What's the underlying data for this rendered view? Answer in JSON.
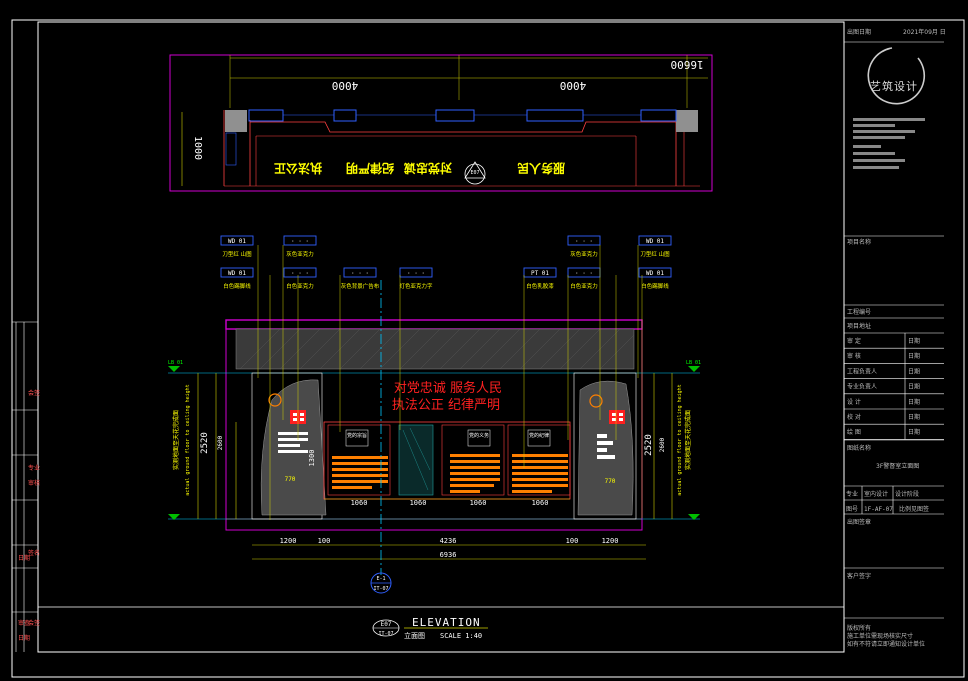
{
  "title_block": {
    "date_label": "出图日期",
    "date_value": "2021年09月  日",
    "logo_text": "艺筑设计",
    "project_name_label": "项目名称",
    "project_no_label": "工程编号",
    "project_addr_label": "项目地址",
    "rows": [
      {
        "label": "审  定",
        "right": "日期"
      },
      {
        "label": "审  核",
        "right": "日期"
      },
      {
        "label": "工程负责人",
        "right": "日期"
      },
      {
        "label": "专业负责人",
        "right": "日期"
      },
      {
        "label": "设  计",
        "right": "日期"
      },
      {
        "label": "校  对",
        "right": "日期"
      },
      {
        "label": "绘  图",
        "right": "日期"
      }
    ],
    "drawing_name_label": "图纸名称",
    "drawing_name": "3F警督室立面图",
    "discipline_label": "专业",
    "discipline_value": "室内设计",
    "stage_label": "设计阶段",
    "sheet_no_label": "图号",
    "sheet_no_value": "1F-AF-07",
    "scale_note": "比例见图签",
    "sign_label": "出图签章",
    "client_label": "客户签字",
    "notes": [
      "版权所有",
      "施工单位需现场核实尺寸",
      "如有不符请立即通知设计单位"
    ]
  },
  "left_strip": [
    "会签",
    "专业",
    "审核",
    "签名",
    "日期",
    "会签",
    "审查",
    "日期"
  ],
  "plan": {
    "dim_total": "16600",
    "dim_left": "4000",
    "dim_right": "4000",
    "dim_depth": "1000",
    "signs": [
      "执法公正",
      "纪律严明",
      "对党忠诚",
      "服务人民"
    ],
    "emblem_tag": "E07"
  },
  "tags": {
    "left_top": [
      {
        "code": "WD 01",
        "text": "刀型红 山图"
      },
      {
        "code": "· · ·",
        "text": "灰色亚克力"
      }
    ],
    "left_bottom": [
      {
        "code": "WD 01",
        "text": "白色踢脚线"
      },
      {
        "code": "· · ·",
        "text": "白色亚克力"
      },
      {
        "code": "· · ·",
        "text": "灰色背景广告布"
      },
      {
        "code": "· · ·",
        "text": "灯色亚克力字"
      }
    ],
    "right_bottom": [
      {
        "code": "PT 01",
        "text": "白色乳胶漆"
      },
      {
        "code": "· · ·",
        "text": "白色亚克力"
      },
      {
        "code": "WD 01",
        "text": "白色踢脚线"
      }
    ],
    "right_top": [
      {
        "code": "· · ·",
        "text": "灰色亚克力"
      },
      {
        "code": "WD 01",
        "text": "刀型红 山图"
      }
    ]
  },
  "elevation": {
    "slogan_line1": "对党忠诚  服务人民",
    "slogan_line2": "执法公正  纪律严明",
    "boards": [
      "党的宗旨",
      "党的义务",
      "党的纪律"
    ],
    "level_tag_left": "LB 01",
    "level_tag_right": "LB 01",
    "dims_bottom": [
      "1200",
      "100",
      "4236",
      "100",
      "1200"
    ],
    "dim_overall": "6936",
    "dims_lower": [
      "1060",
      "1060",
      "1060",
      "1060"
    ],
    "dim_h_left": "2520",
    "dim_h_left2": "2600",
    "dim_h_right": "2520",
    "dim_h_right2": "2600",
    "dim_1300": "1300",
    "dim_770_left": "770",
    "dim_770_right": "770",
    "vertical_note_cn": "实测地面至天花完成面",
    "vertical_note_en": "actual ground floor to ceiling height",
    "section_tag_top": "E-1",
    "section_tag_bottom": "IT-07"
  },
  "caption": {
    "tag_top": "E07",
    "tag_bottom": "IT-07",
    "title": "ELEVATION",
    "subtitle": "立面图",
    "scale": "SCALE 1:40"
  }
}
